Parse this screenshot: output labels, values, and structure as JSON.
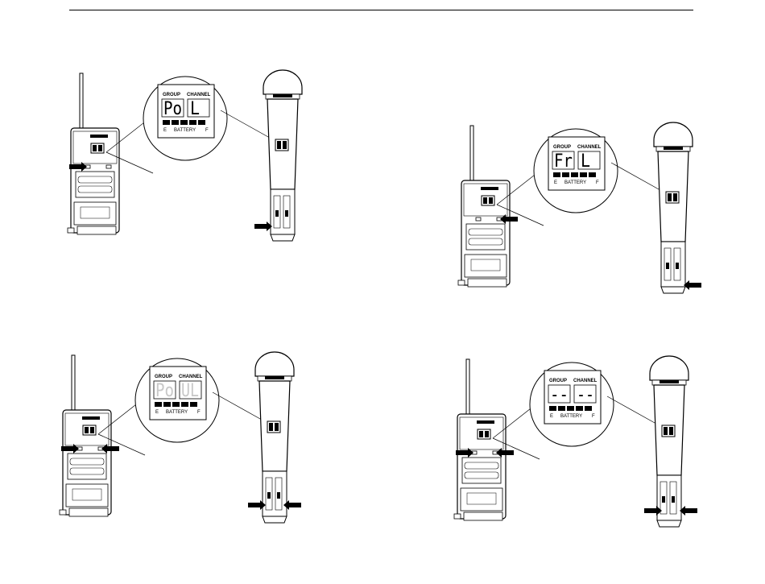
{
  "figures": [
    {
      "id": "fig-a",
      "x": 0,
      "y": 0,
      "group": "Po",
      "channel": "L",
      "faded": false,
      "arrows": "a"
    },
    {
      "id": "fig-b",
      "x": 0,
      "y": 0,
      "group": "Fr",
      "channel": "L",
      "faded": false,
      "arrows": "b"
    },
    {
      "id": "fig-c",
      "x": 0,
      "y": 0,
      "group": "Po",
      "channel": "UL",
      "faded": true,
      "arrows": "c"
    },
    {
      "id": "fig-d",
      "x": 0,
      "y": 0,
      "group": "--",
      "channel": "--",
      "faded": false,
      "arrows": "d"
    }
  ],
  "labels": {
    "group": "GROUP",
    "channel": "CHANNEL",
    "battery": "BATTERY",
    "empty": "E",
    "full": "F"
  }
}
